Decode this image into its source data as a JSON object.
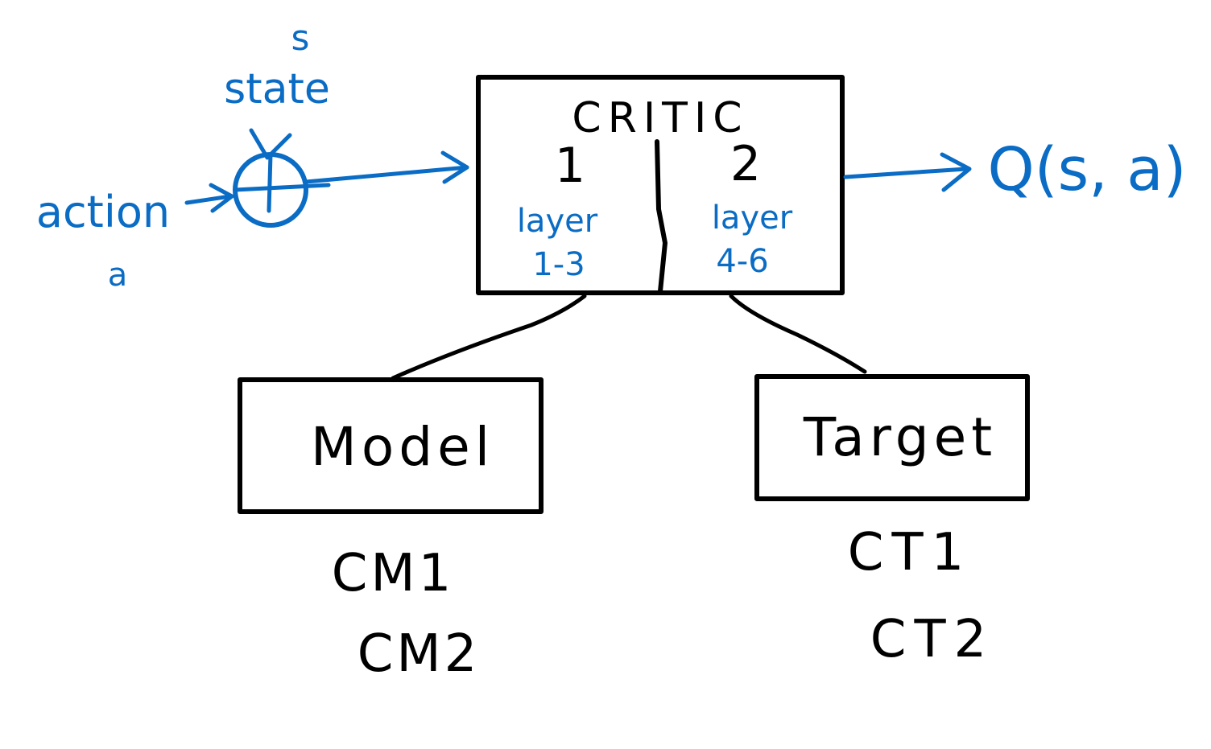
{
  "colors": {
    "ink_black": "#000000",
    "ink_blue": "#0a6cc4",
    "background": "#ffffff"
  },
  "critic": {
    "title": "CRITIC",
    "part1_number": "1",
    "part1_label": "layer",
    "part1_range": "1-3",
    "part2_number": "2",
    "part2_label": "layer",
    "part2_range": "4-6"
  },
  "input": {
    "state_label": "state",
    "state_symbol": "s",
    "action_label": "action",
    "action_symbol": "a",
    "combine_symbol": "plus-circle"
  },
  "output": {
    "label": "Q(s, a)"
  },
  "model": {
    "title": "Model",
    "items": [
      "CM1",
      "CM2"
    ]
  },
  "target": {
    "title": "Target",
    "items": [
      "CT1",
      "CT2"
    ]
  }
}
